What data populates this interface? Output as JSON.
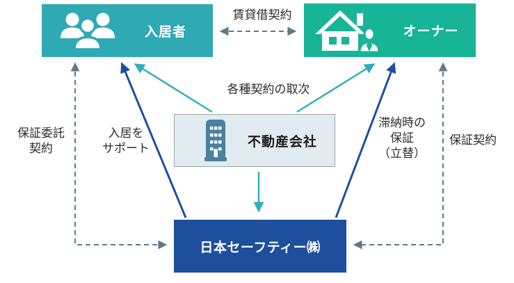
{
  "diagram": {
    "nodes": {
      "tenant": {
        "label": "入居者",
        "icon": "people-icon",
        "color": "#2FA9B4",
        "text_color": "#FFFFFF"
      },
      "owner": {
        "label": "オーナー",
        "icon": "house-owner-icon",
        "color": "#17B498",
        "text_color": "#FFFFFF"
      },
      "realtor": {
        "label": "不動産会社",
        "icon": "building-icon",
        "color": "#E2EBEF",
        "border_color": "#9BA7AD",
        "text_color": "#1C1C1C"
      },
      "safety": {
        "label": "日本セーフティー㈱",
        "color": "#1D4F9D",
        "text_color": "#FFFFFF"
      }
    },
    "edge_labels": {
      "lease": "賃貸借契約",
      "agency": "各種契約の取次",
      "entrust": "保証委託\n契約",
      "support": "入居を\nサポート",
      "delinquency": "滞納時の\n保証\n（立替）",
      "guarantee": "保証契約"
    },
    "edges": [
      {
        "name": "lease-arrow",
        "from": "tenant",
        "to": "owner",
        "style": "dashed",
        "heads": "both",
        "color": "#5E7A87"
      },
      {
        "name": "entrust-arrow",
        "from": "tenant",
        "to": "safety",
        "style": "dashed",
        "heads": "both",
        "color": "#5E7A87"
      },
      {
        "name": "guarantee-arrow",
        "from": "owner",
        "to": "safety",
        "style": "dashed",
        "heads": "both",
        "color": "#5E7A87"
      },
      {
        "name": "agency-left-arrow",
        "from": "realtor",
        "to": "tenant",
        "style": "solid",
        "heads": "end",
        "color": "#2EAFBC"
      },
      {
        "name": "agency-right-arrow",
        "from": "realtor",
        "to": "owner",
        "style": "solid",
        "heads": "end",
        "color": "#2EAFBC"
      },
      {
        "name": "agency-down-arrow",
        "from": "realtor",
        "to": "safety",
        "style": "solid",
        "heads": "end",
        "color": "#2EAFBC"
      },
      {
        "name": "support-arrow",
        "from": "safety",
        "to": "tenant",
        "style": "solid",
        "heads": "end",
        "color": "#1D4F9D"
      },
      {
        "name": "delinquency-arrow",
        "from": "safety",
        "to": "owner",
        "style": "solid",
        "heads": "end",
        "color": "#1D4F9D"
      }
    ],
    "colors": {
      "teal_arrow": "#2EAFBC",
      "blue_arrow": "#1D4F9D",
      "dashed_arrow": "#5E7A87",
      "building_icon": "#4A82A0",
      "background": "#FFFFFF"
    }
  }
}
